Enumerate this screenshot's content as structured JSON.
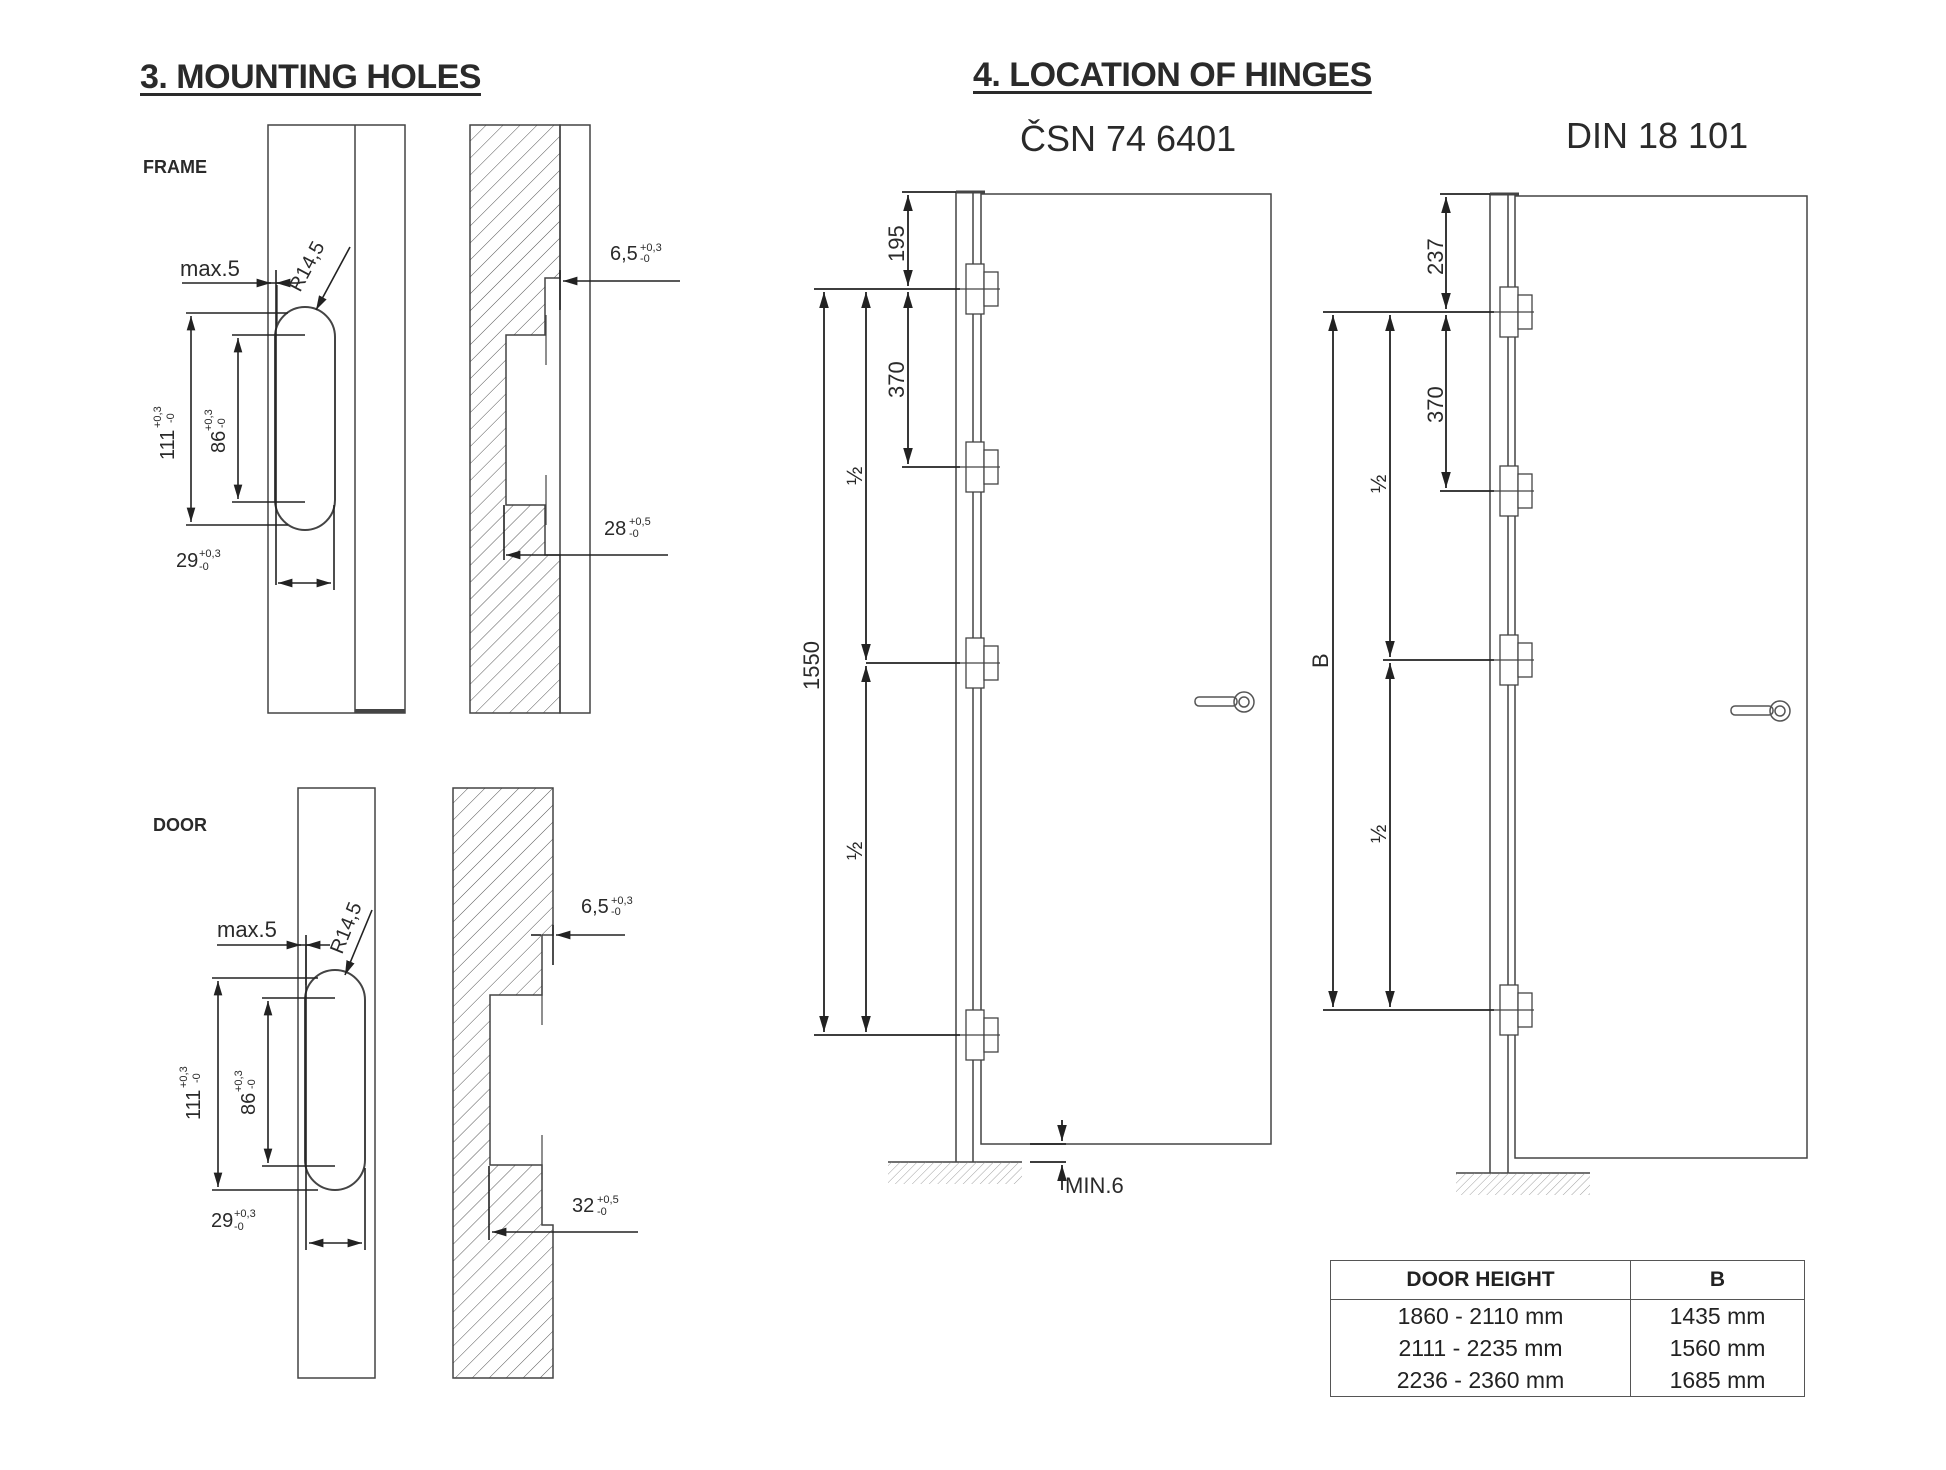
{
  "sections": {
    "mounting_holes_title": "3. MOUNTING HOLES",
    "location_title": "4. LOCATION OF HINGES"
  },
  "frame_detail": {
    "label": "FRAME",
    "max_offset": "max.5",
    "radius": "R14,5",
    "overall_height": "111",
    "overall_tol_upper": "+0,3",
    "overall_tol_lower": "-0",
    "inner_height": "86",
    "inner_tol_upper": "+0,3",
    "inner_tol_lower": "-0",
    "width": "29",
    "width_tol_upper": "+0,3",
    "width_tol_lower": "-0",
    "section_top_depth": "6,5",
    "section_top_tol_upper": "+0,3",
    "section_top_tol_lower": "-0",
    "section_depth": "28",
    "section_tol_upper": "+0,5",
    "section_tol_lower": "-0"
  },
  "door_detail": {
    "label": "DOOR",
    "max_offset": "max.5",
    "radius": "R14,5",
    "overall_height": "111",
    "overall_tol_upper": "+0,3",
    "overall_tol_lower": "-0",
    "inner_height": "86",
    "inner_tol_upper": "+0,3",
    "inner_tol_lower": "-0",
    "width": "29",
    "width_tol_upper": "+0,3",
    "width_tol_lower": "-0",
    "section_top_depth": "6,5",
    "section_top_tol_upper": "+0,3",
    "section_top_tol_lower": "-0",
    "section_depth": "32",
    "section_tol_upper": "+0,5",
    "section_tol_lower": "-0"
  },
  "csn": {
    "standard": "ČSN 74 6401",
    "top_distance": "195",
    "spacing": "370",
    "half_upper": "½",
    "half_lower": "½",
    "total": "1550",
    "floor_gap": "MIN.6"
  },
  "din": {
    "standard": "DIN 18 101",
    "top_distance": "237",
    "spacing": "370",
    "half_upper": "½",
    "half_lower": "½",
    "total": "B"
  },
  "height_table": {
    "headers": [
      "DOOR HEIGHT",
      "B"
    ],
    "rows": [
      [
        "1860 - 2110 mm",
        "1435 mm"
      ],
      [
        "2111 - 2235 mm",
        "1560 mm"
      ],
      [
        "2236 - 2360 mm",
        "1685 mm"
      ]
    ]
  }
}
